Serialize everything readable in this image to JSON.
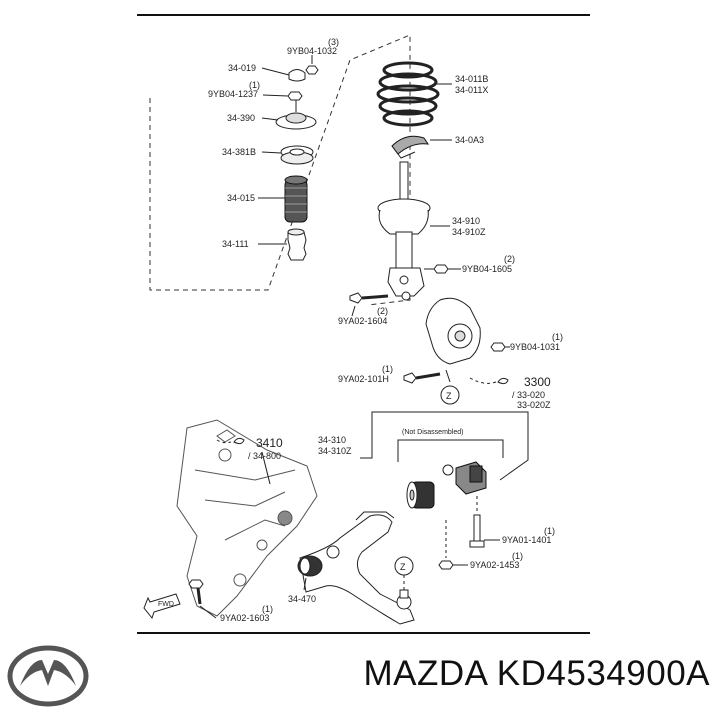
{
  "labels": {
    "l1": "9YB04-1032",
    "l1q": "(3)",
    "l2": "34-019",
    "l3": "9YB04-1237",
    "l3q": "(1)",
    "l4": "34-390",
    "l5": "34-381B",
    "l6": "34-015",
    "l7": "34-111",
    "l8": "34-011B",
    "l8b": "34-011X",
    "l9": "34-0A3",
    "l10": "34-910",
    "l10b": "34-910Z",
    "l11": "9YB04-1605",
    "l11q": "(2)",
    "l12": "9YA02-1604",
    "l12q": "(2)",
    "l13": "9YB04-1031",
    "l13q": "(1)",
    "l14": "9YA02-101H",
    "l14q": "(1)",
    "l15": "3300",
    "l15b": "/ 33-020",
    "l15c": "33-020Z",
    "l16": "3410",
    "l16b": "/ 34-800",
    "l17": "34-310",
    "l17b": "34-310Z",
    "l18": "(Not Disassembled)",
    "l19": "9YA01-1401",
    "l19q": "(1)",
    "l20": "9YA02-1453",
    "l20q": "(1)",
    "l21": "34-470",
    "l22": "9YA02-1603",
    "l22q": "(1)",
    "z1": "Z",
    "z2": "Z",
    "fwd": "FWD"
  },
  "footer": {
    "part_title": "MAZDA KD4534900A"
  },
  "icons": {
    "brand": "mazda-logo-icon"
  }
}
